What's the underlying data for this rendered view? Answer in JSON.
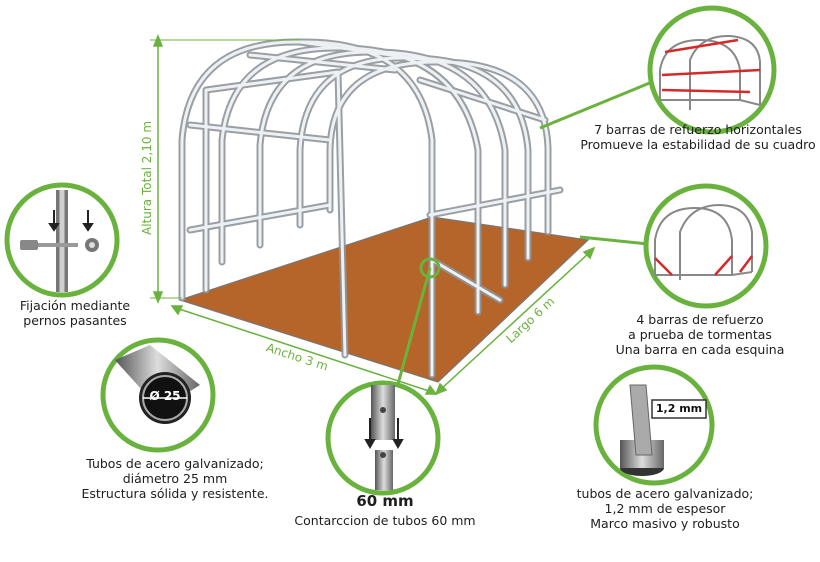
{
  "dimensions": {
    "height": "Altura Total 2,10 m",
    "width": "Ancho 3 m",
    "length": "Largo 6 m"
  },
  "callouts": {
    "horizontal_bars": {
      "line1": "7 barras de refuerzo horizontales",
      "line2": "Promueve la estabilidad de su cuadro"
    },
    "storm_bars": {
      "line1": "4 barras de refuerzo",
      "line2": "a prueba de tormentas",
      "line3": "Una barra en cada esquina"
    },
    "bolts": {
      "line1": "Fijación mediante",
      "line2": "pernos pasantes"
    },
    "tube": {
      "badge": "Ø 25",
      "line1": "Tubos de acero galvanizado;",
      "line2": "diámetro 25 mm",
      "line3": "Estructura sólida y resistente."
    },
    "contraction": {
      "value": "60 mm",
      "line1": "Contarccion de tubos 60 mm"
    },
    "thickness": {
      "badge": "1,2 mm",
      "line1": "tubos de acero galvanizado;",
      "line2": "1,2 mm de espesor",
      "line3": "Marco masivo y robusto"
    }
  },
  "colors": {
    "accent": "#6ab23e",
    "floor": "#b5652a",
    "frame": "#cfd4d8"
  }
}
